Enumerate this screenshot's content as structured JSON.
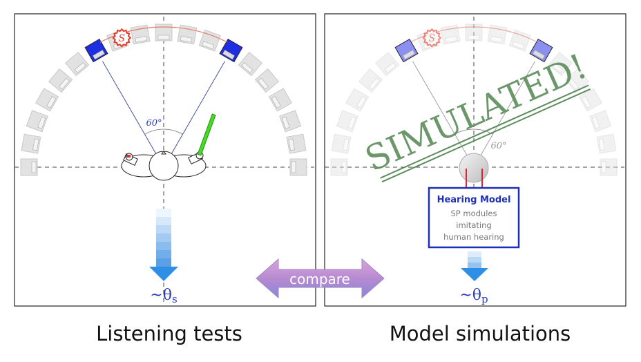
{
  "left_panel": {
    "angle_label": "60°",
    "source_label": "S",
    "output_label": "~θ",
    "output_sub": "s",
    "caption": "Listening tests"
  },
  "right_panel": {
    "angle_label": "60°",
    "source_label": "S",
    "stamp": "SIMULATED!",
    "model_box": {
      "title": "Hearing Model",
      "lines": [
        "SP modules",
        "imitating",
        "human hearing"
      ]
    },
    "output_label": "~θ",
    "output_sub": "p",
    "caption": "Model simulations"
  },
  "compare_label": "compare",
  "colors": {
    "active_speaker": "#1f2ee0",
    "stamp": "#5b8c5b",
    "box_border": "#1f2fb5",
    "pointer": "#44dd22"
  }
}
